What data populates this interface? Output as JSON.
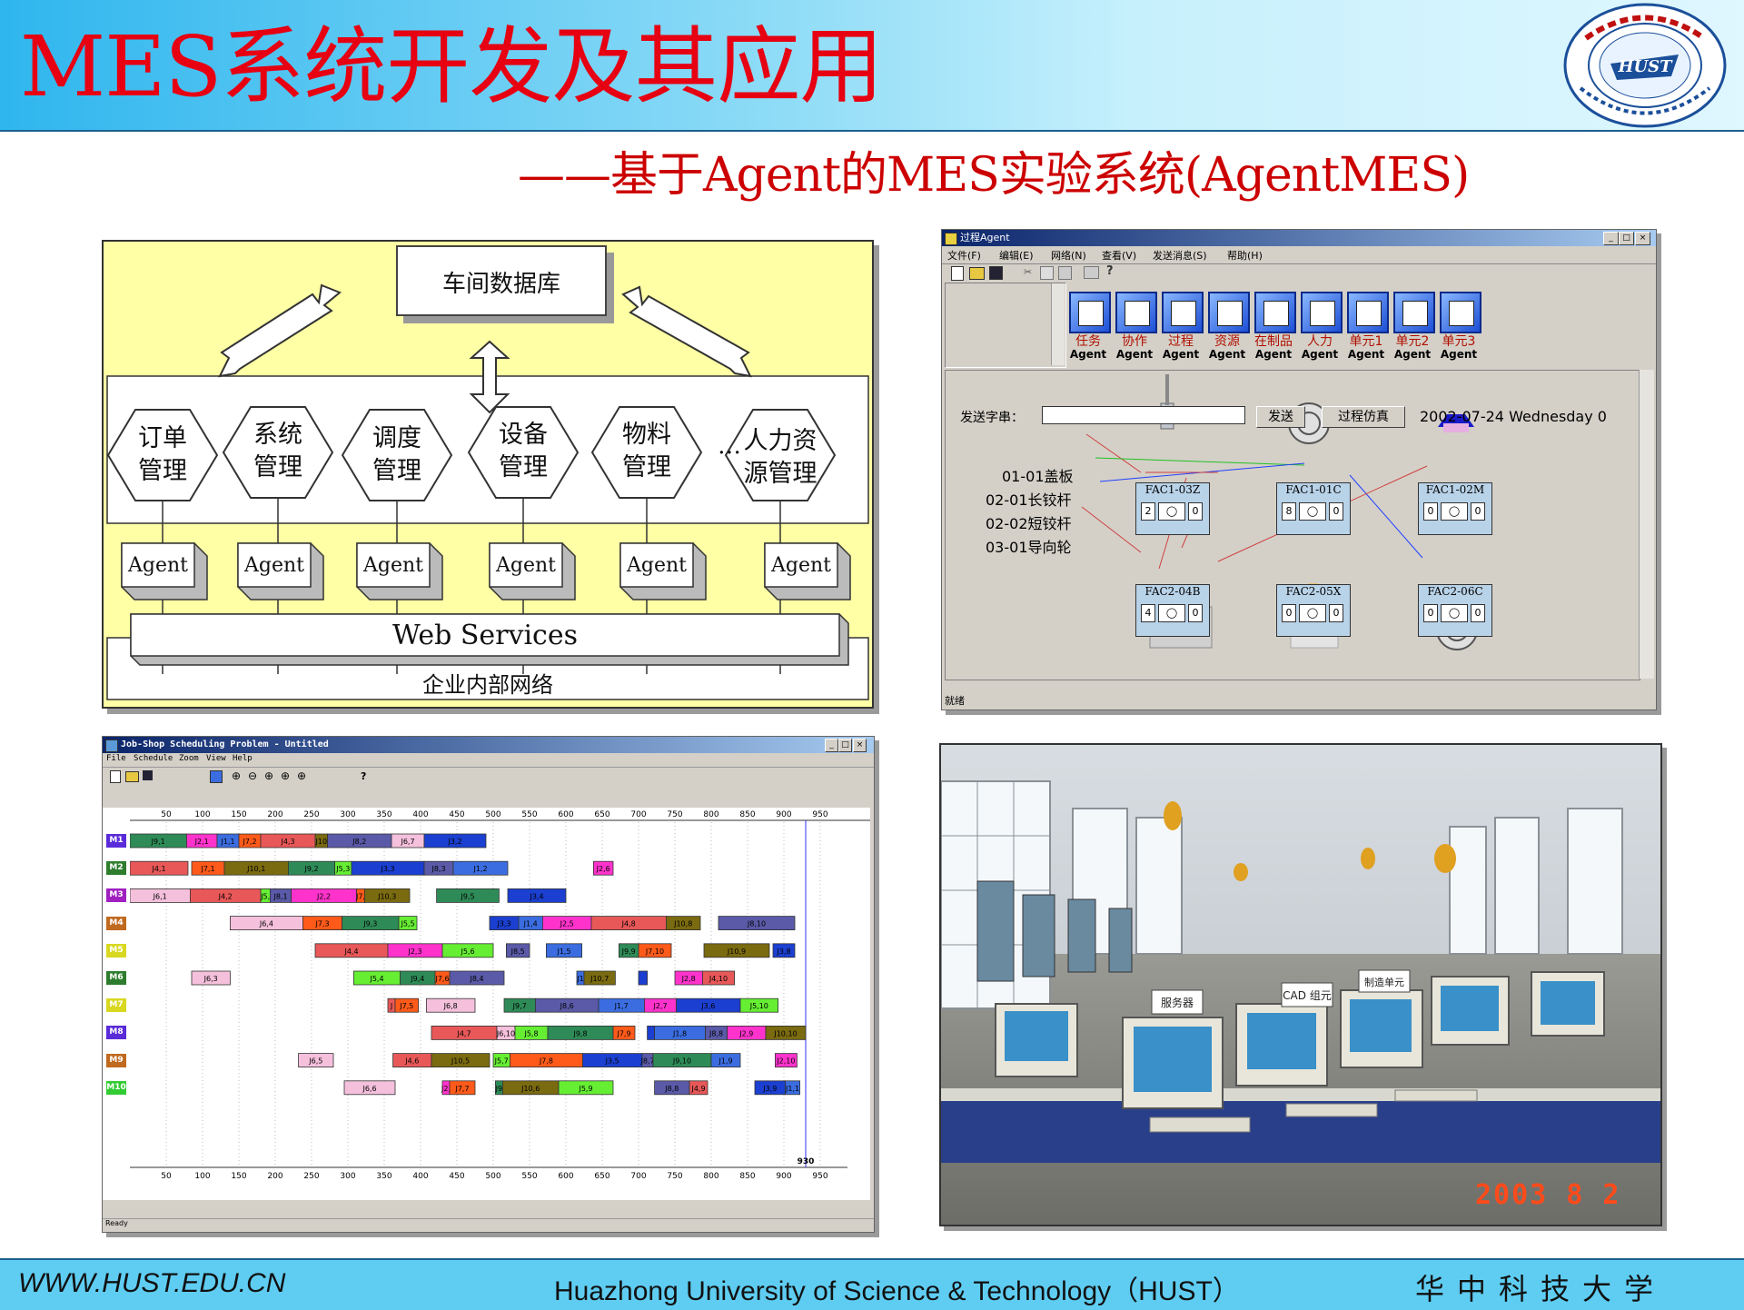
{
  "slide": {
    "title": "MES系统开发及其应用",
    "subtitle": "——基于Agent的MES实验系统(AgentMES)"
  },
  "footer": {
    "url": "WWW.HUST.EDU.CN",
    "university": "Huazhong University of Science & Technology（HUST）",
    "university_cn": "华中科技大学"
  },
  "architecture": {
    "database": "车间数据库",
    "modules": [
      {
        "line1": "订单",
        "line2": "管理"
      },
      {
        "line1": "系统",
        "line2": "管理"
      },
      {
        "line1": "调度",
        "line2": "管理"
      },
      {
        "line1": "设备",
        "line2": "管理"
      },
      {
        "line1": "物料",
        "line2": "管理"
      },
      {
        "line1": "人力资",
        "line2": "源管理"
      }
    ],
    "ellipsis": "…",
    "agent_label": "Agent",
    "web_services": "Web Services",
    "network": "企业内部网络"
  },
  "process_window": {
    "title": "过程Agent",
    "menu": [
      "文件(F)",
      "编辑(E)",
      "网络(N)",
      "查看(V)",
      "发送消息(S)",
      "帮助(H)"
    ],
    "agents": [
      {
        "cn": "任务",
        "en": "Agent",
        "icon": "task-icon"
      },
      {
        "cn": "协作",
        "en": "Agent",
        "icon": "handshake-icon"
      },
      {
        "cn": "过程",
        "en": "Agent",
        "icon": "process-icon"
      },
      {
        "cn": "资源",
        "en": "Agent",
        "icon": "globe-icon"
      },
      {
        "cn": "在制品",
        "en": "Agent",
        "icon": "gear-icon"
      },
      {
        "cn": "人力",
        "en": "Agent",
        "icon": "person-icon"
      },
      {
        "cn": "单元1",
        "en": "Agent",
        "icon": "cell-icon"
      },
      {
        "cn": "单元2",
        "en": "Agent",
        "icon": "cell-icon"
      },
      {
        "cn": "单元3",
        "en": "Agent",
        "icon": "cell-icon"
      }
    ],
    "send_label": "发送字串：",
    "send_input": "",
    "send_button": "发送",
    "simulate_button": "过程仿真",
    "datetime": "2002-07-24 Wednesday 0",
    "jobs": [
      "01-01盖板",
      "02-01长铰杆",
      "02-02短铰杆",
      "03-01导向轮"
    ],
    "facilities": [
      {
        "name": "FAC1-03Z",
        "a": "2",
        "b": "0"
      },
      {
        "name": "FAC1-01C",
        "a": "8",
        "b": "0"
      },
      {
        "name": "FAC1-02M",
        "a": "0",
        "b": "0"
      },
      {
        "name": "FAC2-04B",
        "a": "4",
        "b": "0"
      },
      {
        "name": "FAC2-05X",
        "a": "0",
        "b": "0"
      },
      {
        "name": "FAC2-06C",
        "a": "0",
        "b": "0"
      }
    ],
    "status": "就绪"
  },
  "scheduler": {
    "title": "Job-Shop Scheduling Problem - Untitled",
    "menu": [
      "File",
      "Schedule",
      "Zoom",
      "View",
      "Help"
    ],
    "ticks": [
      "50",
      "100",
      "150",
      "200",
      "250",
      "300",
      "350",
      "400",
      "450",
      "500",
      "550",
      "600",
      "650",
      "700",
      "750",
      "800",
      "850",
      "900",
      "950"
    ],
    "marker": "930",
    "status": "Ready",
    "machines": [
      {
        "name": "M1",
        "color": "#5a2bd8",
        "bars": [
          {
            "label": "J9,1",
            "s": 0,
            "e": 78,
            "c": "#2e8b57"
          },
          {
            "label": "J2,1",
            "s": 78,
            "e": 120,
            "c": "#ff33cc"
          },
          {
            "label": "J1,1",
            "s": 120,
            "e": 150,
            "c": "#3b6de0"
          },
          {
            "label": "J7,2",
            "s": 150,
            "e": 180,
            "c": "#ff5a1a"
          },
          {
            "label": "J4,3",
            "s": 180,
            "e": 255,
            "c": "#e85858"
          },
          {
            "label": "J10",
            "s": 255,
            "e": 272,
            "c": "#7a6a10"
          },
          {
            "label": "J8,2",
            "s": 272,
            "e": 360,
            "c": "#5a5aa8"
          },
          {
            "label": "J6,7",
            "s": 360,
            "e": 405,
            "c": "#f5c0dc"
          },
          {
            "label": "J3,2",
            "s": 405,
            "e": 490,
            "c": "#1b3fd0"
          }
        ]
      },
      {
        "name": "M2",
        "color": "#2e7d2e",
        "bars": [
          {
            "label": "J4,1",
            "s": 0,
            "e": 80,
            "c": "#e85858"
          },
          {
            "label": "J7,1",
            "s": 85,
            "e": 130,
            "c": "#ff5a1a"
          },
          {
            "label": "J10,1",
            "s": 130,
            "e": 218,
            "c": "#7a6a10"
          },
          {
            "label": "J9,2",
            "s": 218,
            "e": 282,
            "c": "#2e8b57"
          },
          {
            "label": "J5,3",
            "s": 282,
            "e": 305,
            "c": "#66ee33"
          },
          {
            "label": "J3,3",
            "s": 305,
            "e": 405,
            "c": "#1b3fd0"
          },
          {
            "label": "J8,3",
            "s": 405,
            "e": 445,
            "c": "#5a5aa8"
          },
          {
            "label": "J1,2",
            "s": 445,
            "e": 520,
            "c": "#3b6de0"
          },
          {
            "label": "J2,6",
            "s": 638,
            "e": 665,
            "c": "#ff33cc"
          }
        ]
      },
      {
        "name": "M3",
        "color": "#a020c0",
        "bars": [
          {
            "label": "J6,1",
            "s": 0,
            "e": 83,
            "c": "#f5c0dc"
          },
          {
            "label": "J4,2",
            "s": 83,
            "e": 180,
            "c": "#e85858"
          },
          {
            "label": "J5,",
            "s": 180,
            "e": 193,
            "c": "#66ee33"
          },
          {
            "label": "J8,1",
            "s": 193,
            "e": 222,
            "c": "#5a5aa8"
          },
          {
            "label": "J2,2",
            "s": 222,
            "e": 312,
            "c": "#ff33cc"
          },
          {
            "label": "J7,",
            "s": 312,
            "e": 323,
            "c": "#ff5a1a"
          },
          {
            "label": "J10,3",
            "s": 323,
            "e": 385,
            "c": "#7a6a10"
          },
          {
            "label": "J9,5",
            "s": 422,
            "e": 508,
            "c": "#2e8b57"
          },
          {
            "label": "J3,4",
            "s": 520,
            "e": 600,
            "c": "#1b3fd0"
          }
        ]
      },
      {
        "name": "M4",
        "color": "#c06a20",
        "bars": [
          {
            "label": "J6,4",
            "s": 138,
            "e": 238,
            "c": "#f5c0dc"
          },
          {
            "label": "J7,3",
            "s": 238,
            "e": 292,
            "c": "#ff5a1a"
          },
          {
            "label": "J9,3",
            "s": 292,
            "e": 370,
            "c": "#2e8b57"
          },
          {
            "label": "J5,5",
            "s": 370,
            "e": 395,
            "c": "#66ee33"
          },
          {
            "label": "J3,3",
            "s": 495,
            "e": 535,
            "c": "#1b3fd0"
          },
          {
            "label": "J1,4",
            "s": 535,
            "e": 568,
            "c": "#3b6de0"
          },
          {
            "label": "J2,5",
            "s": 568,
            "e": 635,
            "c": "#ff33cc"
          },
          {
            "label": "J4,8",
            "s": 635,
            "e": 738,
            "c": "#e85858"
          },
          {
            "label": "J10,8",
            "s": 738,
            "e": 785,
            "c": "#7a6a10"
          },
          {
            "label": "J8,10",
            "s": 810,
            "e": 915,
            "c": "#5a5aa8"
          }
        ]
      },
      {
        "name": "M5",
        "color": "#d8d820",
        "bars": [
          {
            "label": "J4,4",
            "s": 255,
            "e": 355,
            "c": "#e85858"
          },
          {
            "label": "J2,3",
            "s": 355,
            "e": 430,
            "c": "#ff33cc"
          },
          {
            "label": "J5,6",
            "s": 430,
            "e": 500,
            "c": "#66ee33"
          },
          {
            "label": "J8,5",
            "s": 518,
            "e": 550,
            "c": "#5a5aa8"
          },
          {
            "label": "J1,5",
            "s": 573,
            "e": 622,
            "c": "#3b6de0"
          },
          {
            "label": "J9,9",
            "s": 673,
            "e": 700,
            "c": "#2e8b57"
          },
          {
            "label": "J7,10",
            "s": 700,
            "e": 745,
            "c": "#ff5a1a"
          },
          {
            "label": "J10,9",
            "s": 790,
            "e": 880,
            "c": "#7a6a10"
          },
          {
            "label": "J3,8",
            "s": 885,
            "e": 915,
            "c": "#1b3fd0"
          }
        ]
      },
      {
        "name": "M6",
        "color": "#2e7d2e",
        "bars": [
          {
            "label": "J6,3",
            "s": 85,
            "e": 138,
            "c": "#f5c0dc"
          },
          {
            "label": "J5,4",
            "s": 308,
            "e": 372,
            "c": "#66ee33"
          },
          {
            "label": "J9,4",
            "s": 372,
            "e": 420,
            "c": "#2e8b57"
          },
          {
            "label": "J7,6",
            "s": 420,
            "e": 440,
            "c": "#ff5a1a"
          },
          {
            "label": "J8,4",
            "s": 440,
            "e": 515,
            "c": "#5a5aa8"
          },
          {
            "label": "J1",
            "s": 615,
            "e": 625,
            "c": "#3b6de0"
          },
          {
            "label": "J10,7",
            "s": 625,
            "e": 668,
            "c": "#7a6a10"
          },
          {
            "label": "",
            "s": 700,
            "e": 712,
            "c": "#1b3fd0"
          },
          {
            "label": "J2,8",
            "s": 750,
            "e": 788,
            "c": "#ff33cc"
          },
          {
            "label": "J4,10",
            "s": 788,
            "e": 832,
            "c": "#e85858"
          }
        ]
      },
      {
        "name": "M7",
        "color": "#d8d820",
        "bars": [
          {
            "label": "J",
            "s": 355,
            "e": 365,
            "c": "#e85858"
          },
          {
            "label": "J7,5",
            "s": 365,
            "e": 397,
            "c": "#ff5a1a"
          },
          {
            "label": "J6,8",
            "s": 408,
            "e": 475,
            "c": "#f5c0dc"
          },
          {
            "label": "J9,7",
            "s": 515,
            "e": 558,
            "c": "#2e8b57"
          },
          {
            "label": "J8,6",
            "s": 558,
            "e": 645,
            "c": "#5a5aa8"
          },
          {
            "label": "J1,7",
            "s": 645,
            "e": 708,
            "c": "#3b6de0"
          },
          {
            "label": "J2,7",
            "s": 708,
            "e": 752,
            "c": "#ff33cc"
          },
          {
            "label": "J3,6",
            "s": 752,
            "e": 840,
            "c": "#1b3fd0"
          },
          {
            "label": "J5,10",
            "s": 840,
            "e": 892,
            "c": "#66ee33"
          }
        ]
      },
      {
        "name": "M8",
        "color": "#5a2bd8",
        "bars": [
          {
            "label": "J4,7",
            "s": 415,
            "e": 505,
            "c": "#e85858"
          },
          {
            "label": "J6,10",
            "s": 505,
            "e": 530,
            "c": "#f5c0dc"
          },
          {
            "label": "J5,8",
            "s": 530,
            "e": 575,
            "c": "#66ee33"
          },
          {
            "label": "J9,8",
            "s": 575,
            "e": 665,
            "c": "#2e8b57"
          },
          {
            "label": "J7,9",
            "s": 665,
            "e": 695,
            "c": "#ff5a1a"
          },
          {
            "label": "",
            "s": 712,
            "e": 722,
            "c": "#1b3fd0"
          },
          {
            "label": "J1,8",
            "s": 722,
            "e": 792,
            "c": "#3b6de0"
          },
          {
            "label": "J8,8",
            "s": 792,
            "e": 822,
            "c": "#5a5aa8"
          },
          {
            "label": "J2,9",
            "s": 822,
            "e": 875,
            "c": "#ff33cc"
          },
          {
            "label": "J10,10",
            "s": 875,
            "e": 930,
            "c": "#7a6a10"
          }
        ]
      },
      {
        "name": "M9",
        "color": "#c06a20",
        "bars": [
          {
            "label": "J6,5",
            "s": 232,
            "e": 280,
            "c": "#f5c0dc"
          },
          {
            "label": "J4,6",
            "s": 362,
            "e": 415,
            "c": "#e85858"
          },
          {
            "label": "J10,5",
            "s": 415,
            "e": 495,
            "c": "#7a6a10"
          },
          {
            "label": "J5,7",
            "s": 500,
            "e": 523,
            "c": "#66ee33"
          },
          {
            "label": "J7,8",
            "s": 523,
            "e": 623,
            "c": "#ff5a1a"
          },
          {
            "label": "J3,5",
            "s": 623,
            "e": 705,
            "c": "#1b3fd0"
          },
          {
            "label": "J8,7",
            "s": 705,
            "e": 720,
            "c": "#5a5aa8"
          },
          {
            "label": "J9,10",
            "s": 720,
            "e": 800,
            "c": "#2e8b57"
          },
          {
            "label": "J1,9",
            "s": 800,
            "e": 840,
            "c": "#3b6de0"
          },
          {
            "label": "J2,10",
            "s": 888,
            "e": 918,
            "c": "#ff33cc"
          }
        ]
      },
      {
        "name": "M10",
        "color": "#33cc33",
        "bars": [
          {
            "label": "J6,6",
            "s": 295,
            "e": 365,
            "c": "#f5c0dc"
          },
          {
            "label": "J2,",
            "s": 430,
            "e": 440,
            "c": "#ff33cc"
          },
          {
            "label": "J7,7",
            "s": 440,
            "e": 475,
            "c": "#ff5a1a"
          },
          {
            "label": "J9",
            "s": 503,
            "e": 513,
            "c": "#2e8b57"
          },
          {
            "label": "J10,6",
            "s": 513,
            "e": 590,
            "c": "#7a6a10"
          },
          {
            "label": "J5,9",
            "s": 590,
            "e": 665,
            "c": "#66ee33"
          },
          {
            "label": "J8,8",
            "s": 722,
            "e": 770,
            "c": "#5a5aa8"
          },
          {
            "label": "J4,9",
            "s": 770,
            "e": 795,
            "c": "#e85858"
          },
          {
            "label": "J3,9",
            "s": 860,
            "e": 902,
            "c": "#1b3fd0"
          },
          {
            "label": "J1,1",
            "s": 902,
            "e": 922,
            "c": "#3b6de0"
          }
        ]
      }
    ]
  },
  "photo": {
    "date_stamp": "2003  8  2",
    "signs": [
      "服务器",
      "CAD 组元",
      "制造单元"
    ]
  }
}
